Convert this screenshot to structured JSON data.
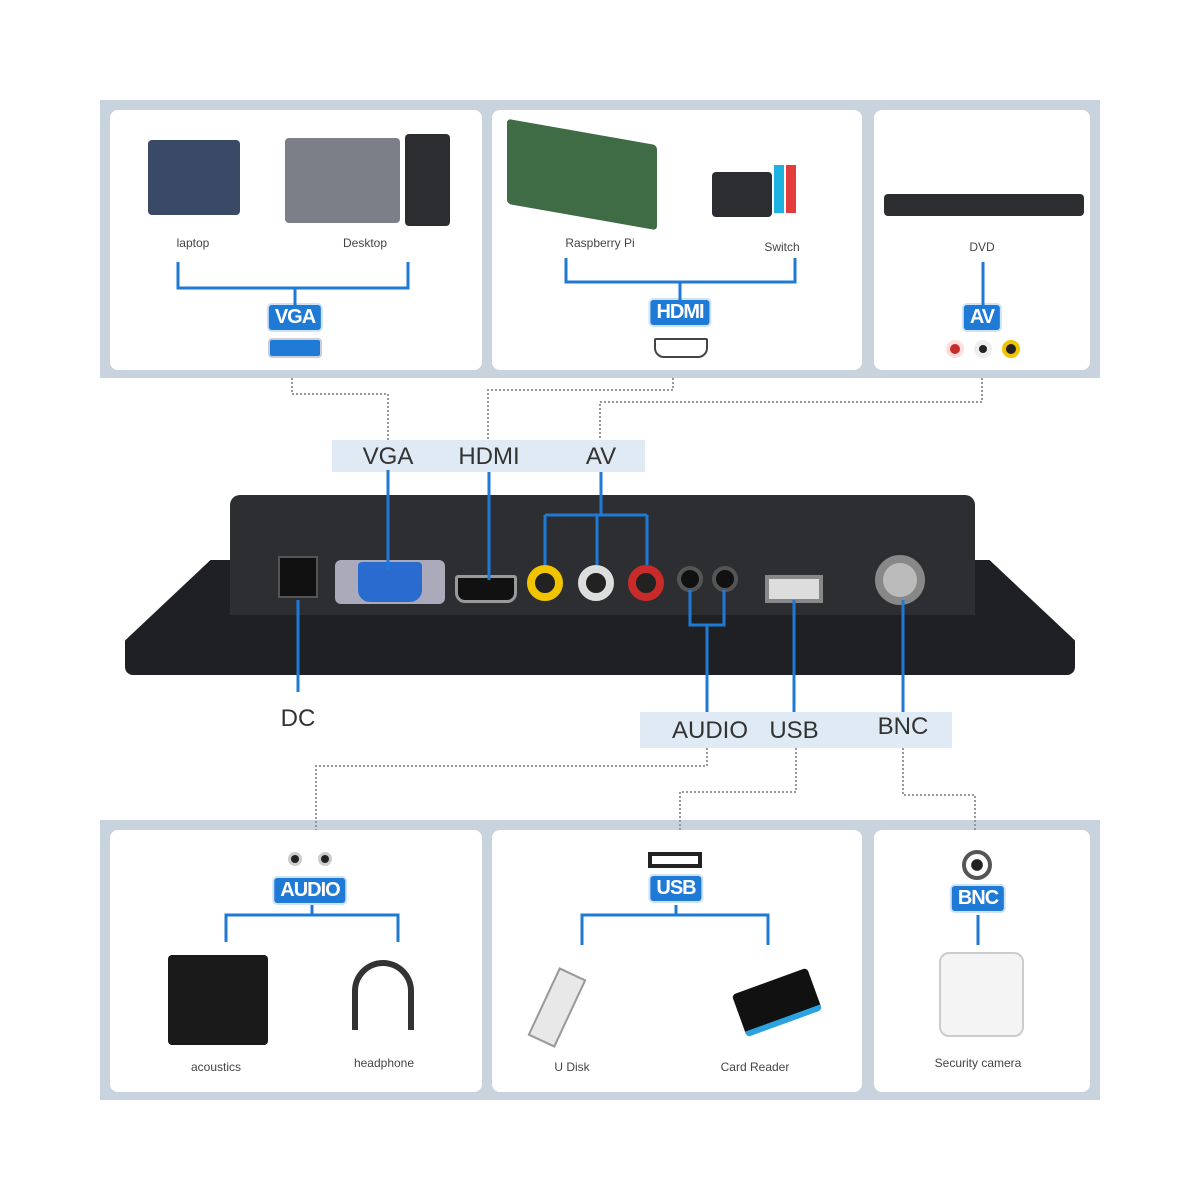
{
  "top_groups": [
    {
      "badge": "VGA",
      "devices": [
        "laptop",
        "Desktop"
      ]
    },
    {
      "badge": "HDMI",
      "devices": [
        "Raspberry Pi",
        "Switch"
      ]
    },
    {
      "badge": "AV",
      "devices": [
        "DVD"
      ]
    }
  ],
  "bottom_groups": [
    {
      "badge": "AUDIO",
      "devices": [
        "acoustics",
        "headphone"
      ]
    },
    {
      "badge": "USB",
      "devices": [
        "U Disk",
        "Card Reader"
      ]
    },
    {
      "badge": "BNC",
      "devices": [
        "Security camera"
      ]
    }
  ],
  "port_labels": {
    "vga": "VGA",
    "hdmi": "HDMI",
    "av": "AV",
    "dc": "DC",
    "audio": "AUDIO",
    "usb": "USB",
    "bnc": "BNC"
  },
  "colors": {
    "accent": "#1f7ad6",
    "band": "#c9d3de",
    "strip": "#dfeaf5",
    "device": "#2b2d31"
  }
}
